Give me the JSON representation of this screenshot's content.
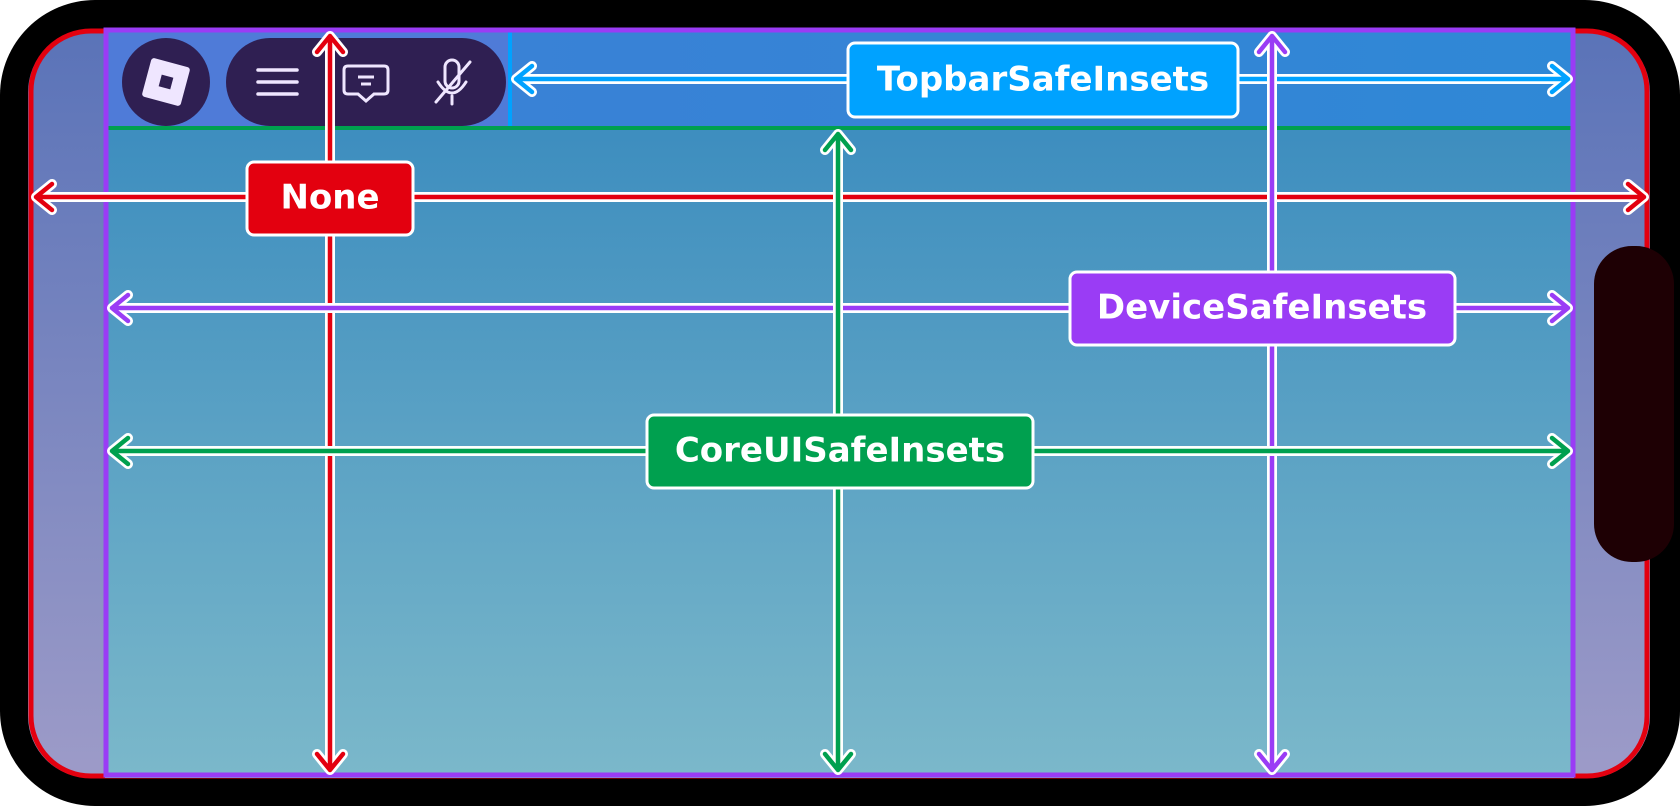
{
  "labels": {
    "topbar": "TopbarSafeInsets",
    "none": "None",
    "device": "DeviceSafeInsets",
    "coreui": "CoreUISafeInsets"
  },
  "topbar_icons": [
    "roblox-logo-icon",
    "menu-icon",
    "chat-icon",
    "mic-muted-icon"
  ],
  "colors": {
    "none": "#e3000f",
    "device": "#9a3cf5",
    "coreui": "#00a04f",
    "topbar": "#00a2ff",
    "bezel": "#000000",
    "topbar_chip": "#2f1f52"
  }
}
